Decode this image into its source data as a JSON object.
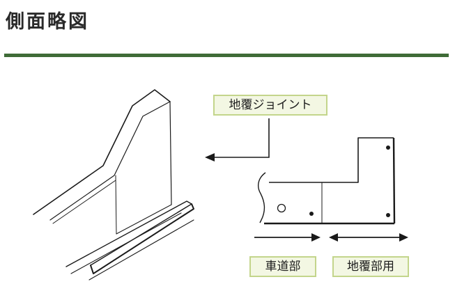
{
  "header": {
    "title": "側面略図",
    "rule_color": "#3f6b37"
  },
  "labels": {
    "joint": "地覆ジョイント",
    "roadway": "車道部",
    "curb": "地覆部用"
  },
  "colors": {
    "label_border": "#c3d58b",
    "label_fill": "#f3f7e3",
    "line": "#1a1a1a"
  }
}
